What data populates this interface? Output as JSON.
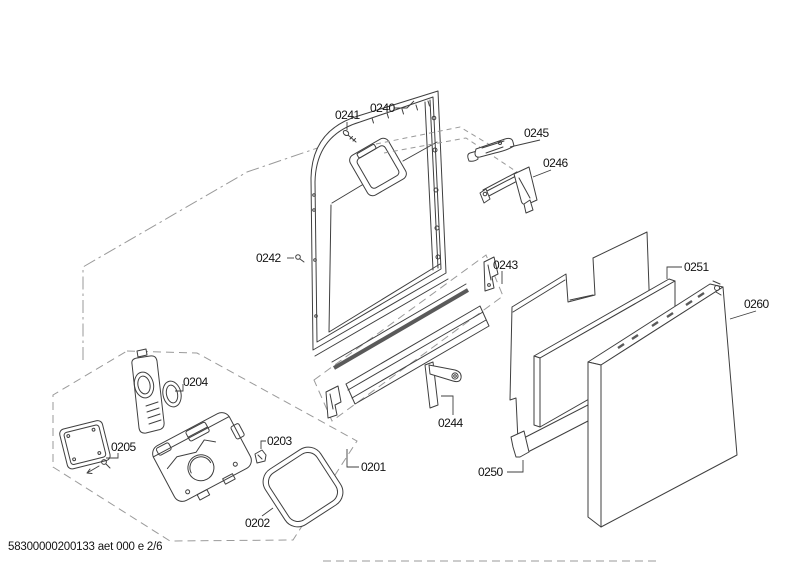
{
  "footer": {
    "code": "58300000200133 aet 000 e 2/6"
  },
  "colors": {
    "background": "#ffffff",
    "line": "#3f3f3f",
    "muted_line": "#9a9a9a",
    "seal": "#5a5a5a",
    "label_text": "#141414"
  },
  "part_labels": {
    "l0201": "0201",
    "l0202": "0202",
    "l0203": "0203",
    "l0204": "0204",
    "l0205": "0205",
    "l0240": "0240",
    "l0241": "0241",
    "l0242": "0242",
    "l0243": "0243",
    "l0244": "0244",
    "l0245": "0245",
    "l0246": "0246",
    "l0250": "0250",
    "l0251": "0251",
    "l0260": "0260"
  }
}
